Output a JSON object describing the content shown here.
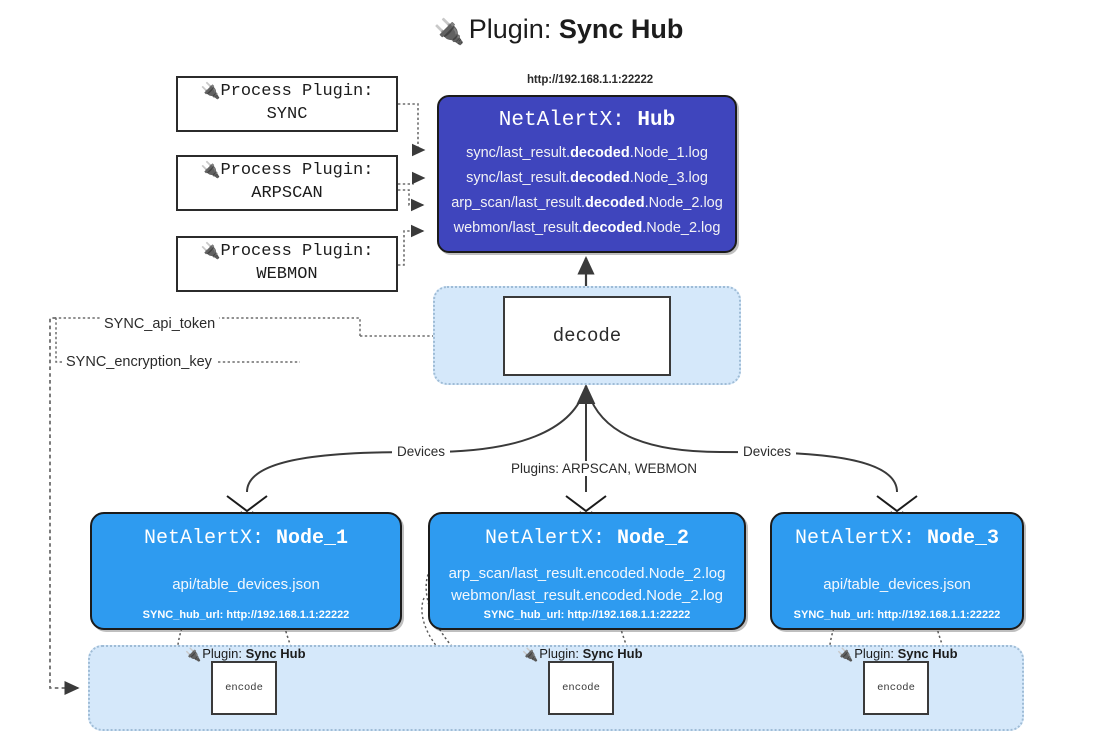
{
  "title": {
    "icon": "plug-icon",
    "prefix": "Plugin:",
    "name": "Sync Hub"
  },
  "process_plugins": [
    {
      "icon": "plug-icon",
      "line1": "Process Plugin:",
      "line2": "SYNC"
    },
    {
      "icon": "plug-icon",
      "line1": "Process Plugin:",
      "line2": "ARPSCAN"
    },
    {
      "icon": "plug-icon",
      "line1": "Process Plugin:",
      "line2": "WEBMON"
    }
  ],
  "hub": {
    "url": "http://192.168.1.1:22222",
    "title_prefix": "NetAlertX:",
    "title_name": "Hub",
    "logs": [
      {
        "pre": "sync/last_result.",
        "em": "decoded",
        "post": ".Node_1.log"
      },
      {
        "pre": "sync/last_result.",
        "em": "decoded",
        "post": ".Node_3.log"
      },
      {
        "pre": "arp_scan/last_result.",
        "em": "decoded",
        "post": ".Node_2.log"
      },
      {
        "pre": "webmon/last_result.",
        "em": "decoded",
        "post": ".Node_2.log"
      }
    ]
  },
  "decode": {
    "label": "decode"
  },
  "env_vars": [
    "SYNC_api_token",
    "SYNC_encryption_key"
  ],
  "edge_labels": {
    "devices_left": "Devices",
    "devices_right": "Devices",
    "plugins_center": "Plugins: ARPSCAN, WEBMON"
  },
  "nodes": [
    {
      "icon": "envelope-icon",
      "title_prefix": "NetAlertX:",
      "title_name": "Node_1",
      "lines": [
        "api/table_devices.json"
      ],
      "footer": "SYNC_hub_url: http://192.168.1.1:22222"
    },
    {
      "icon": "envelope-icon",
      "title_prefix": "NetAlertX:",
      "title_name": "Node_2",
      "lines": [
        "arp_scan/last_result.encoded.Node_2.log",
        "webmon/last_result.encoded.Node_2.log"
      ],
      "footer": "SYNC_hub_url: http://192.168.1.1:22222"
    },
    {
      "icon": "envelope-icon",
      "title_prefix": "NetAlertX:",
      "title_name": "Node_3",
      "lines": [
        "api/table_devices.json"
      ],
      "footer": "SYNC_hub_url: http://192.168.1.1:22222"
    }
  ],
  "encoders": [
    {
      "icon": "plug-icon",
      "caption_prefix": "Plugin:",
      "caption_name": "Sync Hub",
      "label": "encode"
    },
    {
      "icon": "plug-icon",
      "caption_prefix": "Plugin:",
      "caption_name": "Sync Hub",
      "label": "encode"
    },
    {
      "icon": "plug-icon",
      "caption_prefix": "Plugin:",
      "caption_name": "Sync Hub",
      "label": "encode"
    }
  ],
  "colors": {
    "hub": "#3f45bd",
    "node": "#2e9bf0",
    "band": "#d5e8fa",
    "band_border": "#9fbcd6",
    "stroke": "#3a3a3a"
  }
}
